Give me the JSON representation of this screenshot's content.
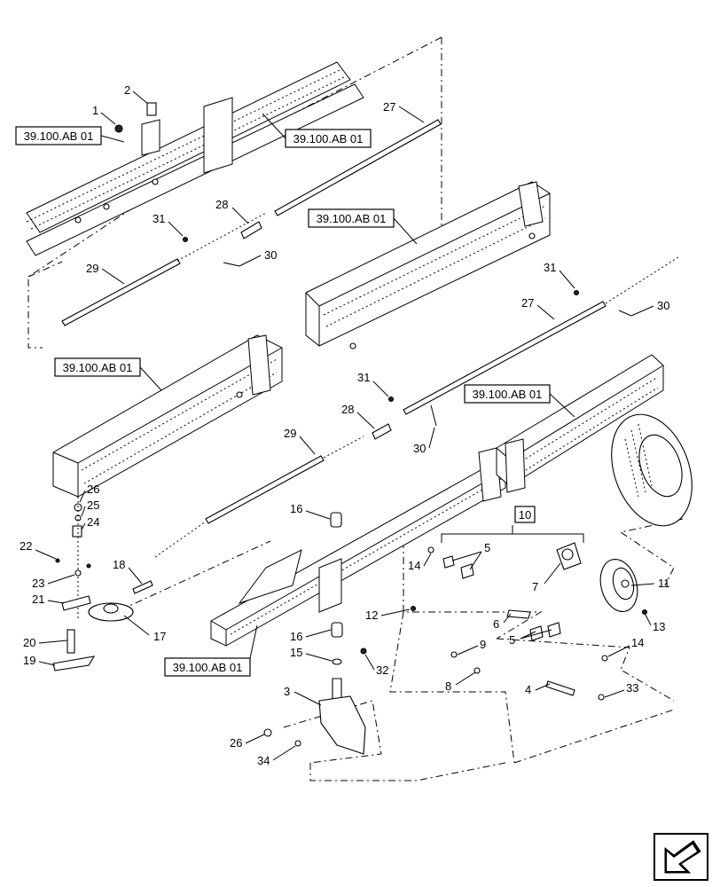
{
  "references": [
    {
      "id": "ref-top-left",
      "label": "39.100.AB 01"
    },
    {
      "id": "ref-top-center",
      "label": "39.100.AB 01"
    },
    {
      "id": "ref-upper-right",
      "label": "39.100.AB 01"
    },
    {
      "id": "ref-mid-left",
      "label": "39.100.AB 01"
    },
    {
      "id": "ref-mid-right",
      "label": "39.100.AB 01"
    },
    {
      "id": "ref-bottom",
      "label": "39.100.AB 01"
    }
  ],
  "callouts": {
    "c1": "1",
    "c2": "2",
    "c27a": "27",
    "c28a": "28",
    "c31a": "31",
    "c30a": "30",
    "c29a": "29",
    "c31b": "31",
    "c27b": "27",
    "c30b": "30",
    "c31c": "31",
    "c28b": "28",
    "c30c": "30",
    "c29b": "29",
    "c26a": "26",
    "c25": "25",
    "c24": "24",
    "c22": "22",
    "c23": "23",
    "c21": "21",
    "c18": "18",
    "c17": "17",
    "c20": "20",
    "c19": "19",
    "c16a": "16",
    "c16b": "16",
    "c15": "15",
    "c32": "32",
    "c3": "3",
    "c26b": "26",
    "c34": "34",
    "c10": "10",
    "c14a": "14",
    "c5a": "5",
    "c7": "7",
    "c11": "11",
    "c13": "13",
    "c12": "12",
    "c6": "6",
    "c5b": "5",
    "c9": "9",
    "c14b": "14",
    "c8": "8",
    "c4": "4",
    "c33": "33"
  }
}
